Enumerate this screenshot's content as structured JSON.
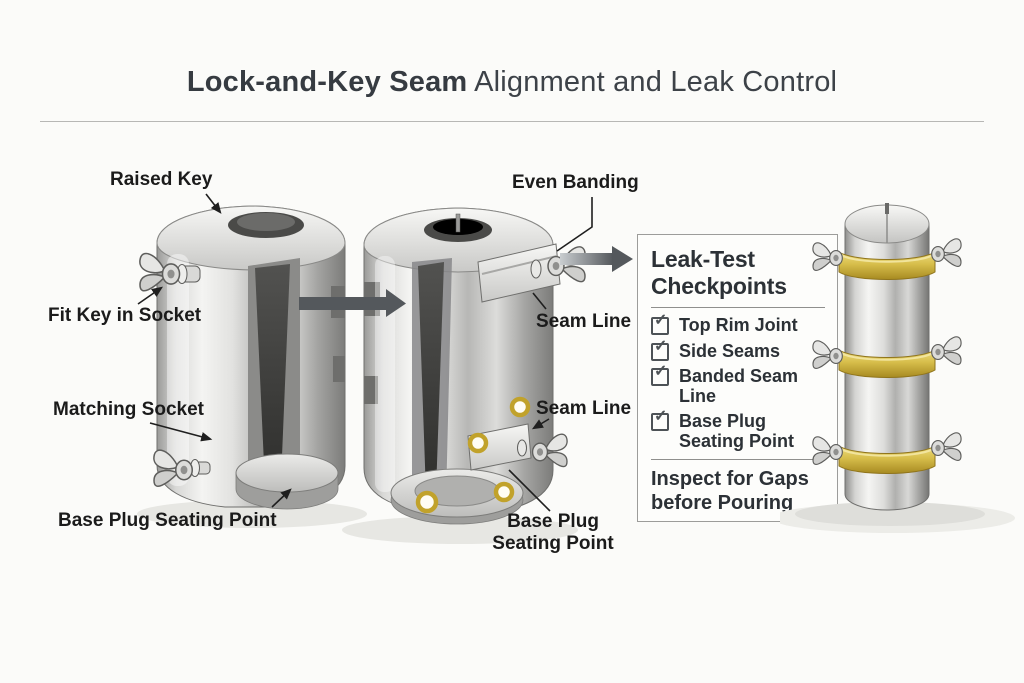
{
  "title": {
    "emphasis": "Lock-and-Key Seam",
    "rest": " Alignment and Leak Control"
  },
  "left_mold": {
    "labels": {
      "raised_key": "Raised Key",
      "fit_key": "Fit Key in Socket",
      "matching_socket": "Matching Socket",
      "base_plug": "Base Plug Seating Point"
    }
  },
  "middle_mold": {
    "labels": {
      "even_banding": "Even Banding",
      "seam_line_upper": "Seam Line",
      "seam_line_lower": "Seam Line",
      "base_plug": "Base Plug Seating Point"
    },
    "checkpoint_marker_count": 4
  },
  "panel": {
    "title": "Leak-Test Checkpoints",
    "items": [
      {
        "checked": true,
        "label": "Top Rim Joint"
      },
      {
        "checked": true,
        "label": "Side Seams"
      },
      {
        "checked": true,
        "label": "Banded Seam Line"
      },
      {
        "checked": true,
        "label": "Base Plug Seating Point"
      }
    ],
    "note": "Inspect for Gaps before Pouring"
  },
  "glyphs": {
    "check": "✓"
  },
  "colors": {
    "band_gold": "#d6bd4a",
    "marker_gold_ring": "#c1a22b",
    "arrow_gray": "#54585c",
    "panel_border": "#9c9c9a",
    "label_text": "#1b1b1b",
    "background": "#fbfbf9"
  }
}
